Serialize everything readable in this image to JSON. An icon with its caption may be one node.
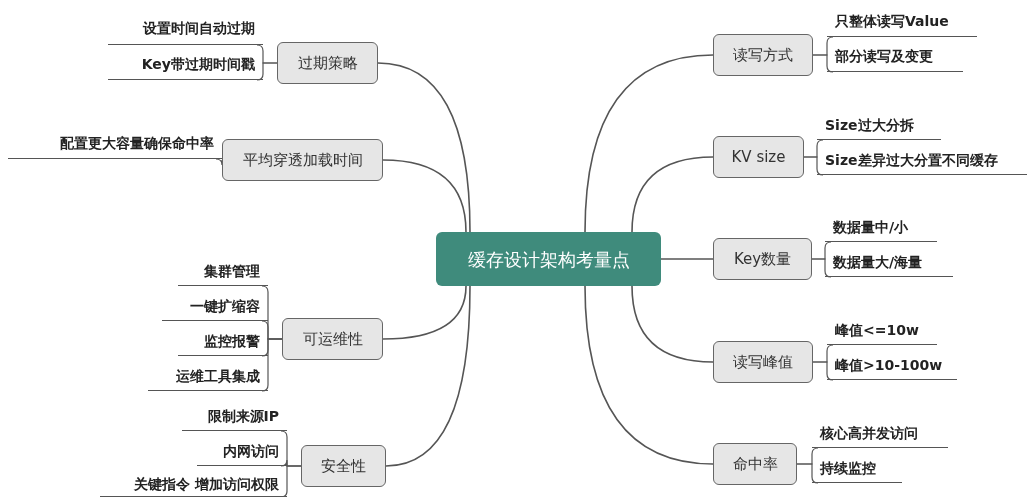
{
  "diagram": {
    "nodes": [
      {
        "text": [
          "缓存设计架构考量点"
        ]
      },
      {
        "text": [
          "过期策略"
        ]
      },
      {
        "text": [
          "设置时间自动过期"
        ]
      },
      {
        "text": [
          "Key带过期时间戳"
        ]
      },
      {
        "text": [
          "平均穿透加载时间"
        ]
      },
      {
        "text": [
          "配置更大容量确保命中率"
        ]
      },
      {
        "text": [
          "可运维性"
        ]
      },
      {
        "text": [
          "集群管理"
        ]
      },
      {
        "text": [
          "一键扩缩容"
        ]
      },
      {
        "text": [
          "监控报警"
        ]
      },
      {
        "text": [
          "运维工具集成"
        ]
      },
      {
        "text": [
          "安全性"
        ]
      },
      {
        "text": [
          "限制来源IP"
        ]
      },
      {
        "text": [
          "内网访问"
        ]
      },
      {
        "text": [
          "关键指令 增加访问权限"
        ]
      },
      {
        "text": [
          "读写方式"
        ]
      },
      {
        "text": [
          "只整体读写Value"
        ]
      },
      {
        "text": [
          "部分读写及变更"
        ]
      },
      {
        "text": [
          "KV size"
        ]
      },
      {
        "text": [
          "Size过大分拆"
        ]
      },
      {
        "text": [
          "Size差异过大分置不同缓存"
        ]
      },
      {
        "text": [
          "Key数量"
        ]
      },
      {
        "text": [
          "数据量中/小"
        ]
      },
      {
        "text": [
          "数据量大/海量"
        ]
      },
      {
        "text": [
          "读写峰值"
        ]
      },
      {
        "text": [
          "峰值<=10w"
        ]
      },
      {
        "text": [
          "峰值>10-100w"
        ]
      },
      {
        "text": [
          "命中率"
        ]
      },
      {
        "text": [
          "核心高并发访问"
        ]
      },
      {
        "text": [
          "持续监控"
        ]
      }
    ],
    "edges": [
      {
        "from": 0,
        "to": 1,
        "arrow": "none"
      },
      {
        "from": 1,
        "to": 2,
        "arrow": "none"
      },
      {
        "from": 1,
        "to": 3,
        "arrow": "none"
      },
      {
        "from": 0,
        "to": 4,
        "arrow": "none"
      },
      {
        "from": 4,
        "to": 5,
        "arrow": "none"
      },
      {
        "from": 0,
        "to": 6,
        "arrow": "none"
      },
      {
        "from": 6,
        "to": 7,
        "arrow": "none"
      },
      {
        "from": 6,
        "to": 8,
        "arrow": "none"
      },
      {
        "from": 6,
        "to": 9,
        "arrow": "none"
      },
      {
        "from": 6,
        "to": 10,
        "arrow": "none"
      },
      {
        "from": 0,
        "to": 11,
        "arrow": "none"
      },
      {
        "from": 11,
        "to": 12,
        "arrow": "none"
      },
      {
        "from": 11,
        "to": 13,
        "arrow": "none"
      },
      {
        "from": 11,
        "to": 14,
        "arrow": "none"
      },
      {
        "from": 0,
        "to": 15,
        "arrow": "none"
      },
      {
        "from": 15,
        "to": 16,
        "arrow": "none"
      },
      {
        "from": 15,
        "to": 17,
        "arrow": "none"
      },
      {
        "from": 0,
        "to": 18,
        "arrow": "none"
      },
      {
        "from": 18,
        "to": 19,
        "arrow": "none"
      },
      {
        "from": 18,
        "to": 20,
        "arrow": "none"
      },
      {
        "from": 0,
        "to": 21,
        "arrow": "none"
      },
      {
        "from": 21,
        "to": 22,
        "arrow": "none"
      },
      {
        "from": 21,
        "to": 23,
        "arrow": "none"
      },
      {
        "from": 0,
        "to": 24,
        "arrow": "none"
      },
      {
        "from": 24,
        "to": 25,
        "arrow": "none"
      },
      {
        "from": 24,
        "to": 26,
        "arrow": "none"
      },
      {
        "from": 0,
        "to": 27,
        "arrow": "none"
      },
      {
        "from": 27,
        "to": 28,
        "arrow": "none"
      },
      {
        "from": 27,
        "to": 29,
        "arrow": "none"
      }
    ]
  }
}
